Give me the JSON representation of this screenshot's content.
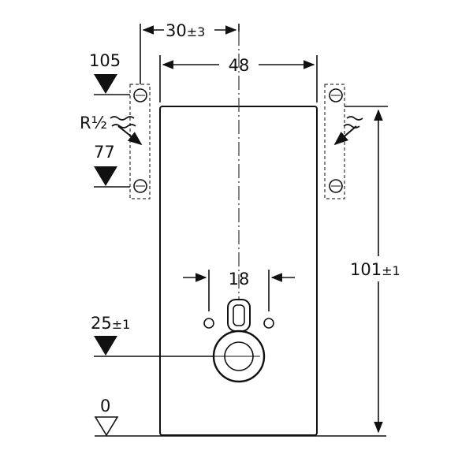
{
  "dimensions": {
    "offset_top": {
      "value": "30",
      "tol": "±3"
    },
    "width": "48",
    "bracket_top_level": "105",
    "connection": {
      "value": "R½"
    },
    "bracket_bottom_level": "77",
    "spacing": "18",
    "height": {
      "value": "101",
      "tol": "±1"
    },
    "outlet_level": {
      "value": "25",
      "tol": "±1"
    },
    "floor": "0"
  },
  "colors": {
    "stroke": "#111111",
    "fill": "#ffffff"
  },
  "icons": [
    "level-marker-icon",
    "water-supply-arrow-icon",
    "screw-icon"
  ]
}
